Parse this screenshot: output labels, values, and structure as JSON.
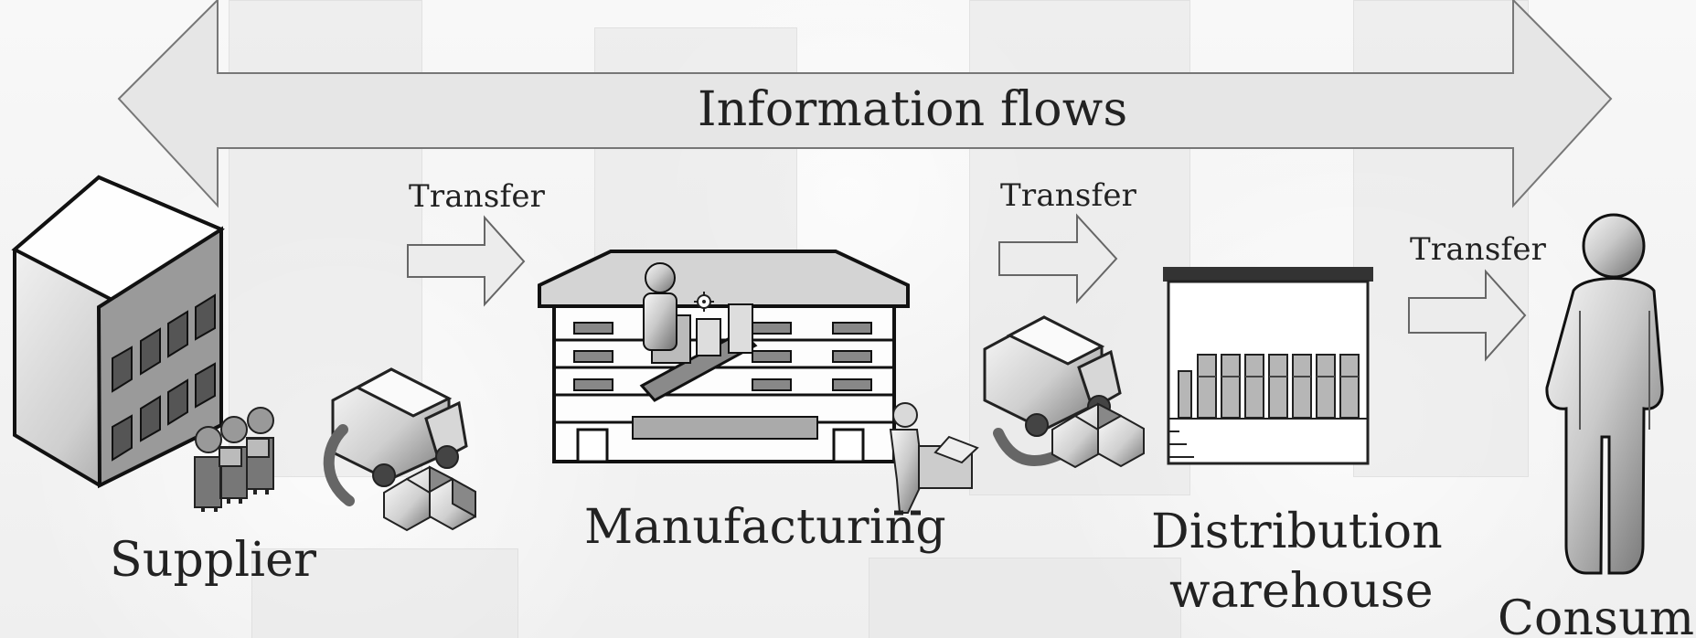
{
  "diagram": {
    "banner_label": "Information flows",
    "transfer_labels": [
      "Transfer",
      "Transfer",
      "Transfer"
    ],
    "stations": {
      "supplier": "Supplier",
      "manufacturing": "Manufacturing",
      "distribution_line1": "Distribution",
      "distribution_line2": "warehouse",
      "consumer": "Consumer"
    },
    "icons": [
      "building-icon",
      "supplier-people-icon",
      "truck-icon",
      "boxes-icon",
      "factory-icon",
      "worker-icon",
      "warehouse-icon",
      "consumer-person-icon",
      "arrow-right-icon",
      "double-arrow-icon"
    ]
  }
}
